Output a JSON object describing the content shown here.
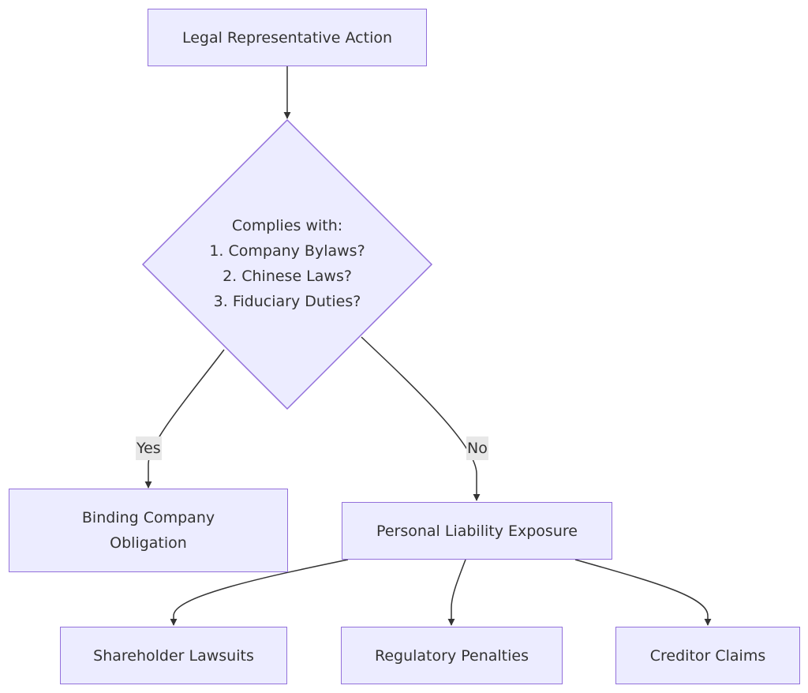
{
  "nodes": {
    "start": {
      "label": "Legal Representative Action"
    },
    "decision": {
      "lines": [
        "Complies with:",
        "1. Company Bylaws?",
        "2. Chinese Laws?",
        "3. Fiduciary Duties?"
      ]
    },
    "binding": {
      "lines": [
        "Binding Company",
        "Obligation"
      ]
    },
    "personal": {
      "label": "Personal Liability Exposure"
    },
    "shareholder": {
      "label": "Shareholder Lawsuits"
    },
    "regulatory": {
      "label": "Regulatory Penalties"
    },
    "creditor": {
      "label": "Creditor Claims"
    }
  },
  "edges": {
    "yes": {
      "label": "Yes"
    },
    "no": {
      "label": "No"
    }
  },
  "colors": {
    "node_fill": "#ececff",
    "node_stroke": "#9370db",
    "edge": "#333333",
    "edge_label_bg": "#e8e8e8"
  }
}
